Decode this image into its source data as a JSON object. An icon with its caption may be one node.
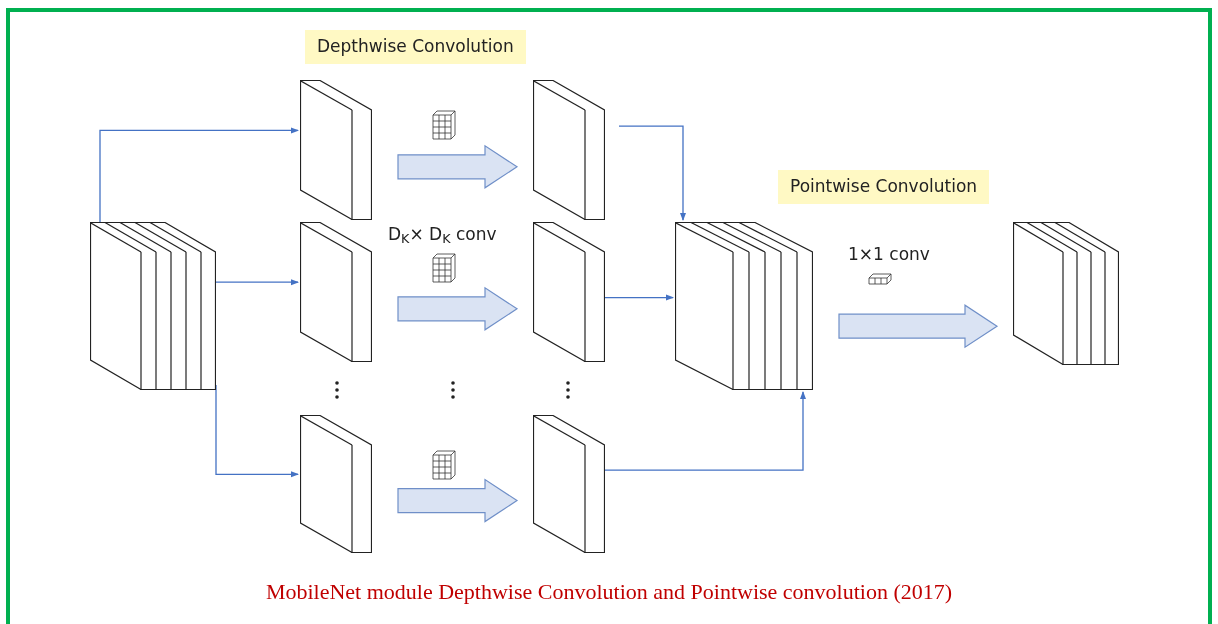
{
  "diagram": {
    "caption": "MobileNet module Depthwise Convolution and Pointwise convolution (2017)",
    "nodes": [
      {
        "text": [],
        "shape": "box"
      },
      {
        "text": [],
        "shape": "box"
      },
      {
        "text": [],
        "shape": "box"
      },
      {
        "text": [],
        "shape": "box"
      },
      {
        "text": [],
        "shape": "box"
      },
      {
        "text": [],
        "shape": "box"
      },
      {
        "text": [],
        "shape": "box"
      },
      {
        "text": [],
        "shape": "box"
      },
      {
        "text": [],
        "shape": "box"
      }
    ],
    "edges": [
      {
        "from": 0,
        "to": 1,
        "arrow": "to"
      },
      {
        "from": 0,
        "to": 2,
        "arrow": "to"
      },
      {
        "from": 0,
        "to": 3,
        "arrow": "to"
      },
      {
        "from": 1,
        "to": 4,
        "arrow": "to",
        "style": "thick",
        "color": "#dae3f3"
      },
      {
        "from": 2,
        "to": 5,
        "arrow": "to",
        "style": "thick",
        "color": "#dae3f3"
      },
      {
        "from": 3,
        "to": 6,
        "arrow": "to",
        "style": "thick",
        "color": "#dae3f3"
      },
      {
        "from": 4,
        "to": 7,
        "arrow": "to"
      },
      {
        "from": 5,
        "to": 7,
        "arrow": "to"
      },
      {
        "from": 6,
        "to": 7,
        "arrow": "to"
      },
      {
        "from": 7,
        "to": 8,
        "arrow": "to",
        "style": "thick",
        "color": "#dae3f3"
      }
    ],
    "labels": [
      "Depthwise Convolution",
      "D$_{K}$× D$_{K}$ conv",
      "Pointwise Convolution",
      "1×1 conv"
    ]
  }
}
